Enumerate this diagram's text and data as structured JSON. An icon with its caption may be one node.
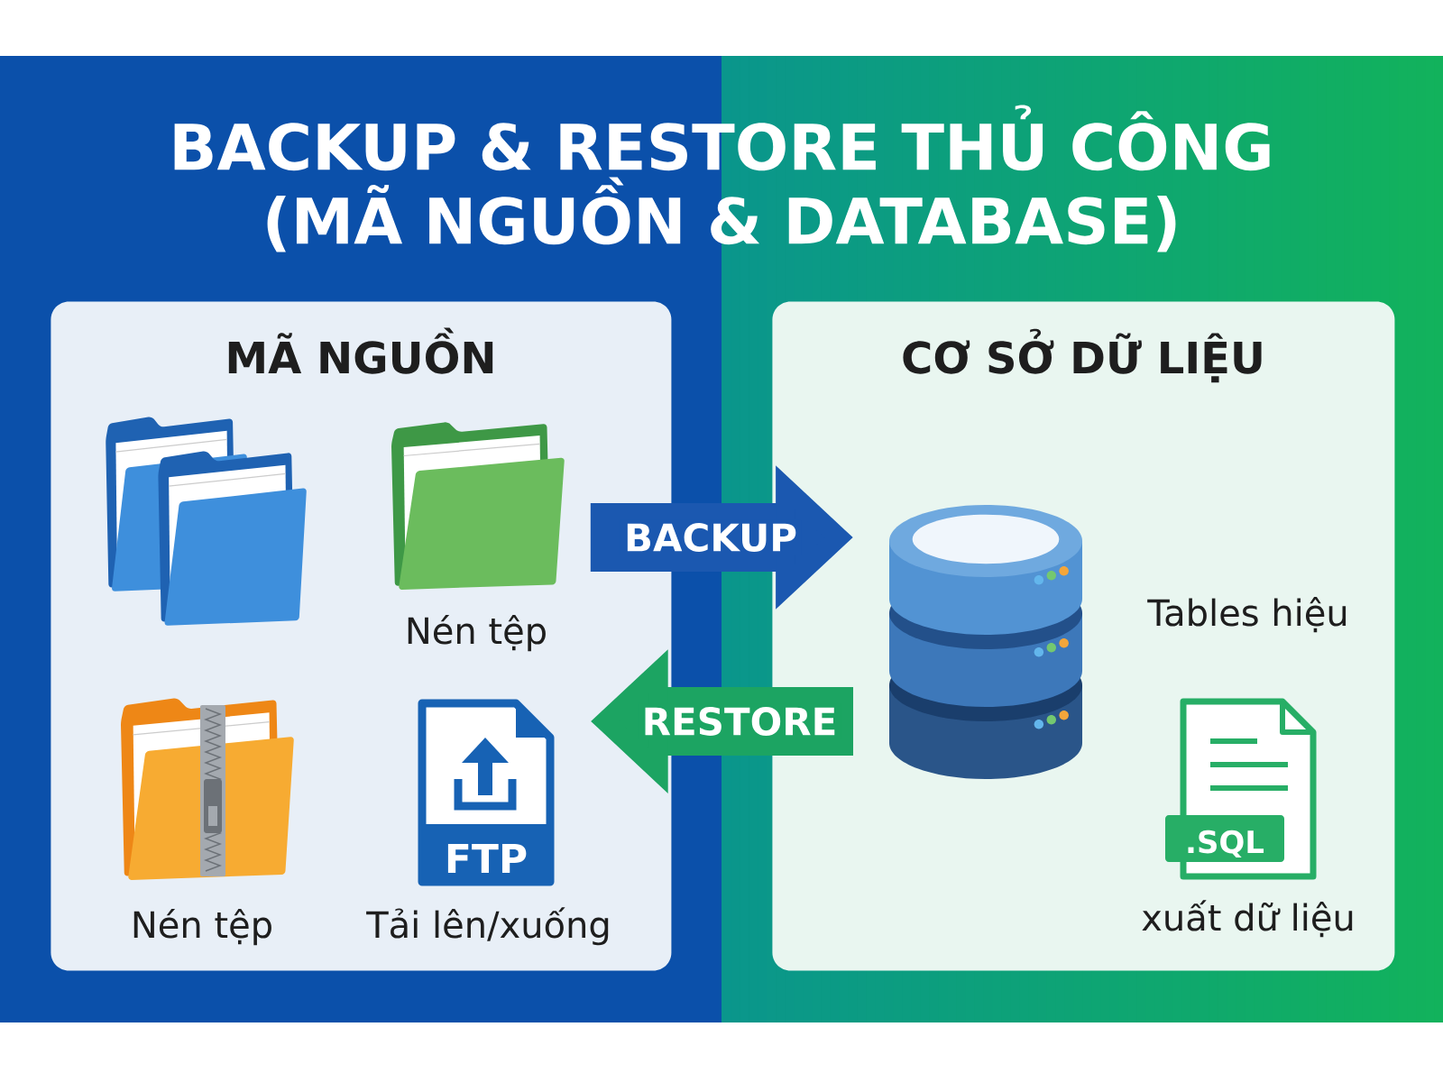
{
  "diagram": {
    "title": "BACKUP & RESTORE THỦ CÔNG (MÃ NGUỒN & DATABASE)",
    "nodes": [
      {
        "text": [
          "MÃ NGUỒN"
        ]
      },
      {
        "text": [
          "CƠ SỞ DỮ LIỆU"
        ]
      }
    ],
    "edges": [
      {
        "from": 0,
        "to": 1,
        "arrow": "to",
        "label": "BACKUP",
        "color": "#1b58b0"
      },
      {
        "from": 1,
        "to": 0,
        "arrow": "to",
        "label": "RESTORE",
        "color": "#1ca462"
      }
    ],
    "labels": [
      "Nén tệp",
      "FTP",
      "Nén tệp",
      "Tải lên/xuống",
      "Tables hiệu",
      ".SQL",
      "xuất dữ liệu"
    ]
  }
}
